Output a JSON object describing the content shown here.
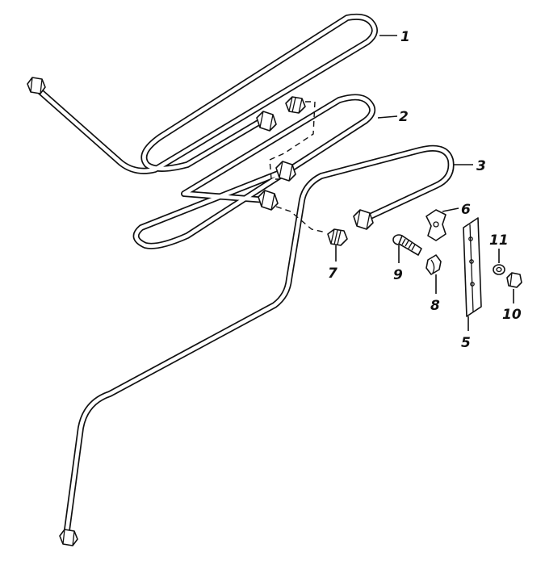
{
  "callouts": {
    "c1": "1",
    "c2": "2",
    "c3": "3",
    "c5": "5",
    "c6": "6",
    "c7": "7",
    "c8": "8",
    "c9": "9",
    "c10": "10",
    "c11": "11"
  }
}
